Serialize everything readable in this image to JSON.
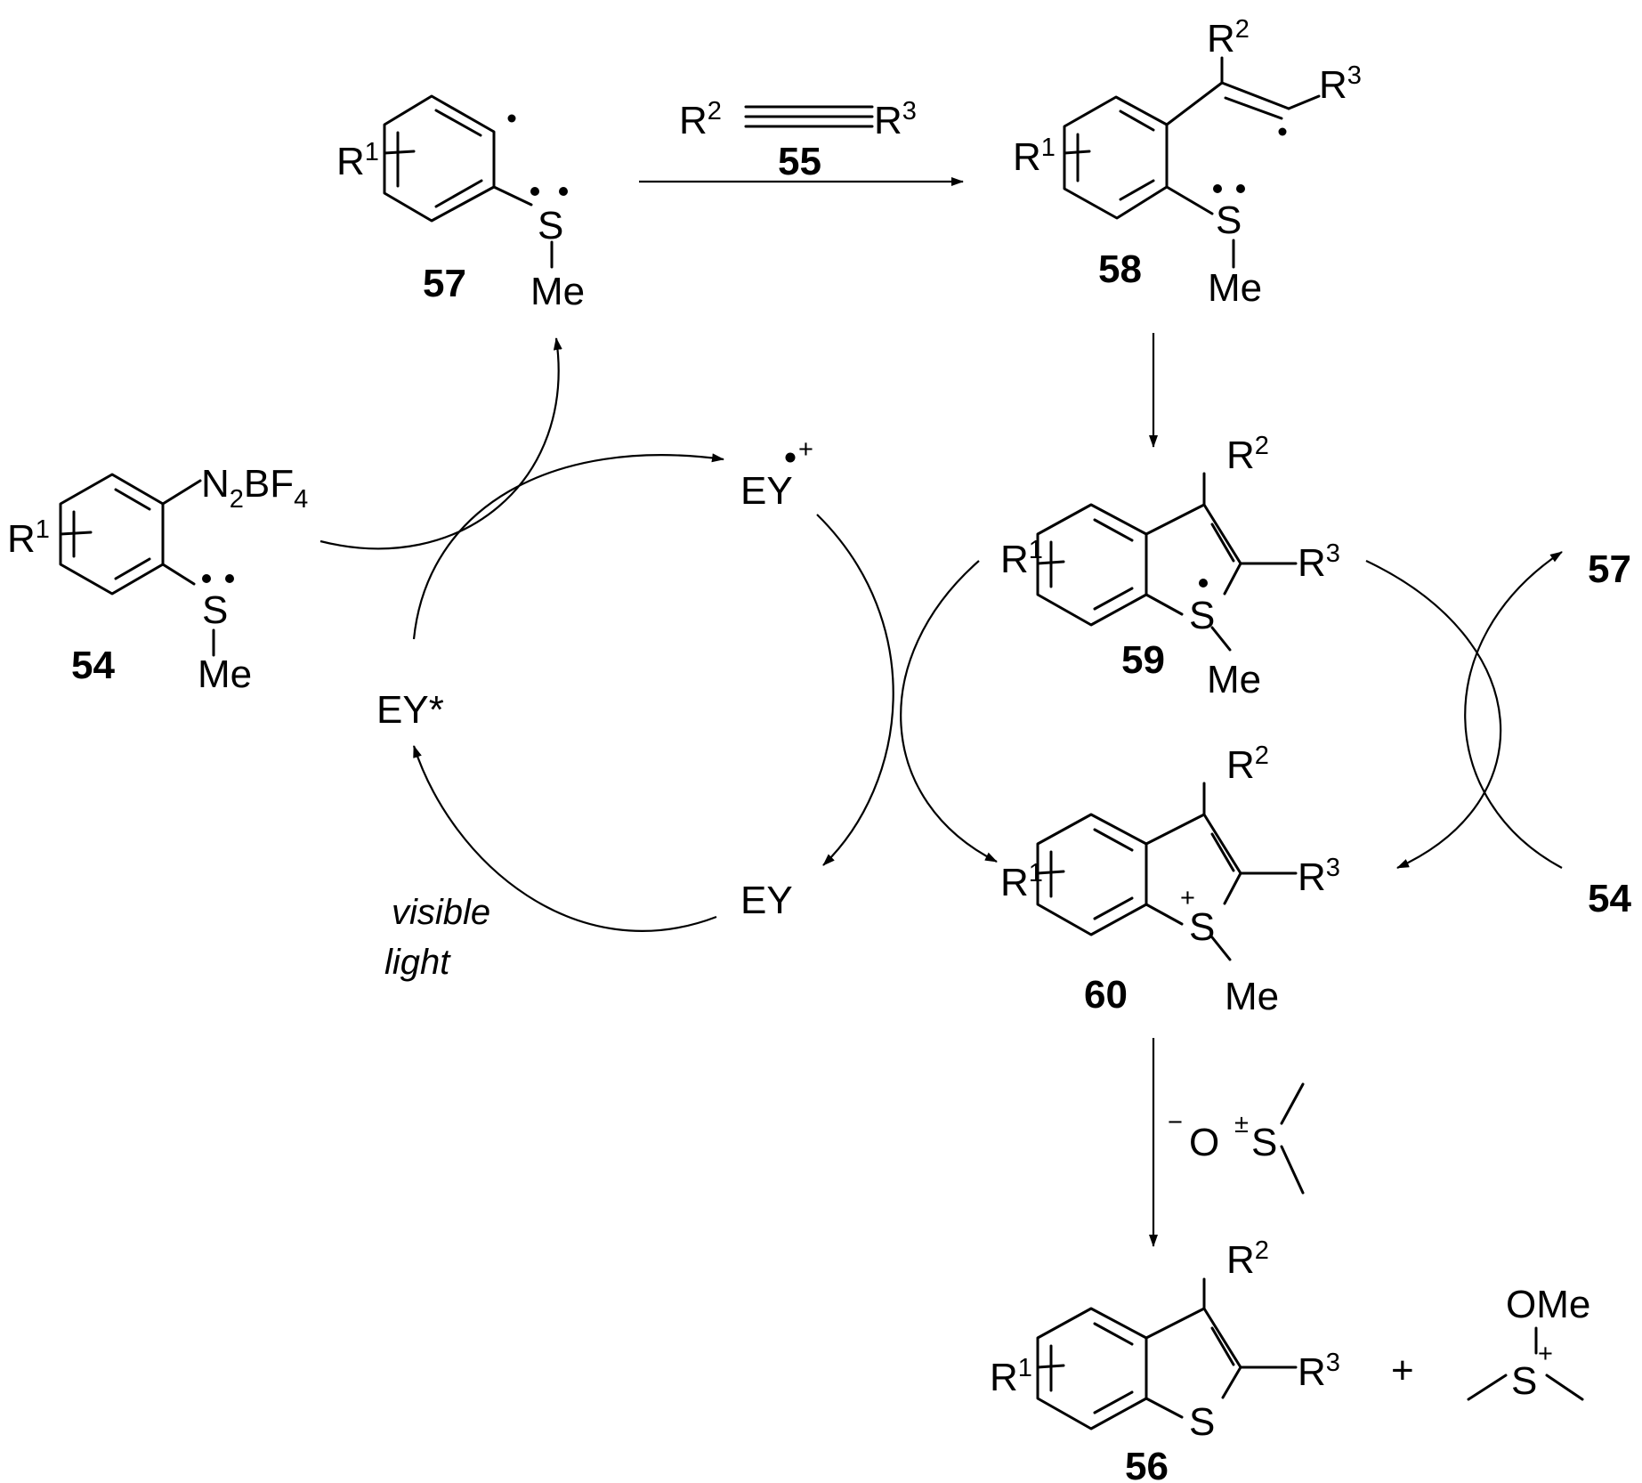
{
  "scheme": {
    "compounds": {
      "c54": "54",
      "c55": "55",
      "c56": "56",
      "c57": "57",
      "c58": "58",
      "c59": "59",
      "c60": "60",
      "c57_right": "57",
      "c54_right": "54"
    },
    "atoms": {
      "R": "R",
      "one": "1",
      "two": "2",
      "three": "3",
      "S": "S",
      "Me": "Me",
      "O": "O",
      "OMe": "OMe",
      "plus": "+",
      "minus": "−",
      "plusminus": "±",
      "N": "N",
      "BF": "BF",
      "four": "4"
    },
    "catalyst": {
      "ey": "EY",
      "ey_star": "EY*",
      "ey_radical_cation": "EY",
      "radical_dot": "•",
      "charge": "+"
    },
    "conditions": {
      "visible": "visible",
      "light": "light"
    },
    "addition_sign": "+"
  }
}
